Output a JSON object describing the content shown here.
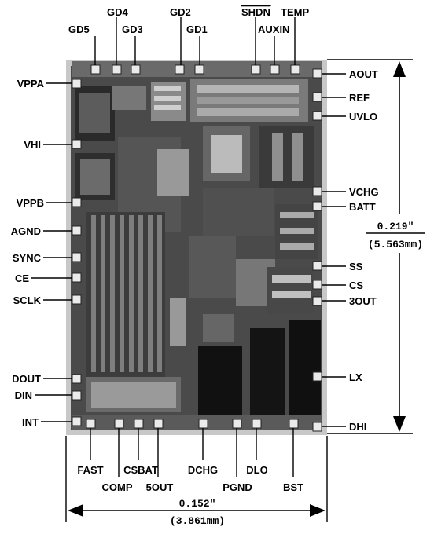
{
  "pins": {
    "top": {
      "gd5": "GD5",
      "gd4": "GD4",
      "gd3": "GD3",
      "gd2": "GD2",
      "gd1": "GD1",
      "shdn": "SHDN",
      "auxin": "AUXIN",
      "temp": "TEMP"
    },
    "left": {
      "vppa": "VPPA",
      "vhi": "VHI",
      "vppb": "VPPB",
      "agnd": "AGND",
      "sync": "SYNC",
      "ce": "CE",
      "sclk": "SCLK",
      "dout": "DOUT",
      "din": "DIN",
      "int": "INT"
    },
    "right": {
      "aout": "AOUT",
      "ref": "REF",
      "uvlo": "UVLO",
      "vchg": "VCHG",
      "batt": "BATT",
      "ss": "SS",
      "cs": "CS",
      "3out": "3OUT",
      "lx": "LX",
      "dhi": "DHI"
    },
    "bottom": {
      "fast": "FAST",
      "comp": "COMP",
      "csbat": "CSBAT",
      "5out": "5OUT",
      "dchg": "DCHG",
      "pgnd": "PGND",
      "dlo": "DLO",
      "bst": "BST"
    }
  },
  "dimensions": {
    "height_in": "0.219\"",
    "height_mm": "(5.563mm)",
    "width_in": "0.152\"",
    "width_mm": "(3.861mm)"
  },
  "colors": {
    "die": "#3a3a3a",
    "die_frame": "#bdbdbd",
    "pad": "#e8e8e8"
  }
}
